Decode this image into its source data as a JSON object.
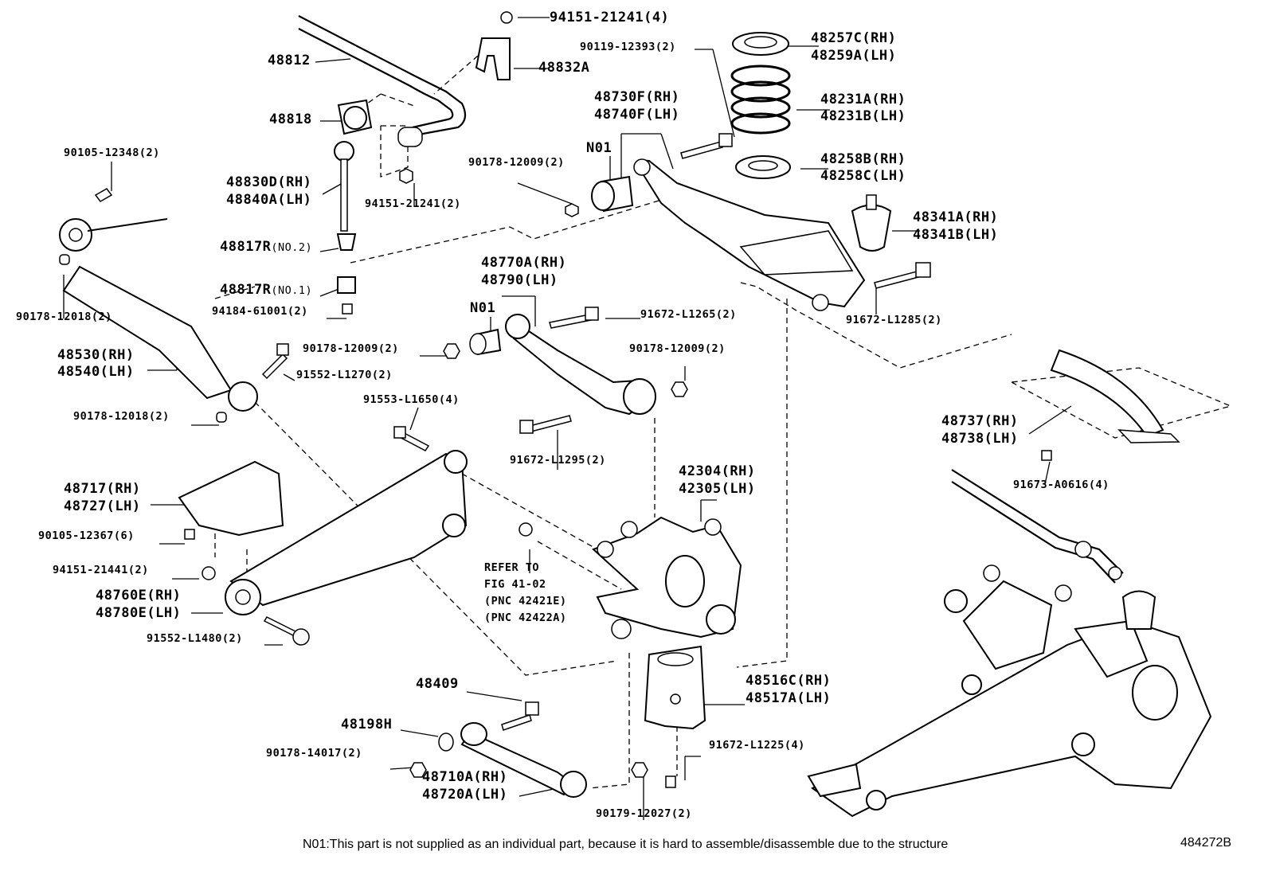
{
  "diagram_id": "484272B",
  "footnote": "N01:This part is not supplied as an individual part, because it is hard to assemble/disassemble due to the structure",
  "refer": {
    "line1": "REFER TO",
    "line2": "FIG 41-02",
    "line3": "(PNC 42421E)",
    "line4": "(PNC 42422A)"
  },
  "callouts": {
    "c_94151_21241_4": "94151-21241(4)",
    "c_48812": "48812",
    "c_48832a": "48832A",
    "c_48818": "48818",
    "c_90105_12348": "90105-12348(2)",
    "c_48830d": "48830D(RH)",
    "c_48840a": "48840A(LH)",
    "c_94151_21241_2": "94151-21241(2)",
    "c_48817r2_num": "48817R",
    "c_48817r2_sfx": "(NO.2)",
    "c_48817r1_num": "48817R",
    "c_48817r1_sfx": "(NO.1)",
    "c_94184": "94184-61001(2)",
    "c_90178_12018_a": "90178-12018(2)",
    "c_48530": "48530(RH)",
    "c_48540": "48540(LH)",
    "c_90178_12018_b": "90178-12018(2)",
    "c_90119": "90119-12393(2)",
    "c_48257c": "48257C(RH)",
    "c_48259a": "48259A(LH)",
    "c_48730f": "48730F(RH)",
    "c_48740f": "48740F(LH)",
    "c_48231a": "48231A(RH)",
    "c_48231b": "48231B(LH)",
    "c_n01_a": "N01",
    "c_90178_12009_a": "90178-12009(2)",
    "c_48258b": "48258B(RH)",
    "c_48258c": "48258C(LH)",
    "c_48341a": "48341A(RH)",
    "c_48341b": "48341B(LH)",
    "c_48770a": "48770A(RH)",
    "c_48790": "48790(LH)",
    "c_n01_b": "N01",
    "c_91672_l1265": "91672-L1265(2)",
    "c_91672_l1285": "91672-L1285(2)",
    "c_90178_12009_b": "90178-12009(2)",
    "c_90178_12009_c": "90178-12009(2)",
    "c_91552_l1270": "91552-L1270(2)",
    "c_91553_l1650": "91553-L1650(4)",
    "c_91672_l1295": "91672-L1295(2)",
    "c_48737": "48737(RH)",
    "c_48738": "48738(LH)",
    "c_91673_a0616": "91673-A0616(4)",
    "c_42304": "42304(RH)",
    "c_42305": "42305(LH)",
    "c_48717": "48717(RH)",
    "c_48727": "48727(LH)",
    "c_90105_12367": "90105-12367(6)",
    "c_94151_21441": "94151-21441(2)",
    "c_48760e": "48760E(RH)",
    "c_48780e": "48780E(LH)",
    "c_91552_l1480": "91552-L1480(2)",
    "c_48409": "48409",
    "c_48198h": "48198H",
    "c_90178_14017": "90178-14017(2)",
    "c_48710a": "48710A(RH)",
    "c_48720a": "48720A(LH)",
    "c_90179_12027": "90179-12027(2)",
    "c_48516c": "48516C(RH)",
    "c_48517a": "48517A(LH)",
    "c_91672_l1225": "91672-L1225(4)"
  }
}
